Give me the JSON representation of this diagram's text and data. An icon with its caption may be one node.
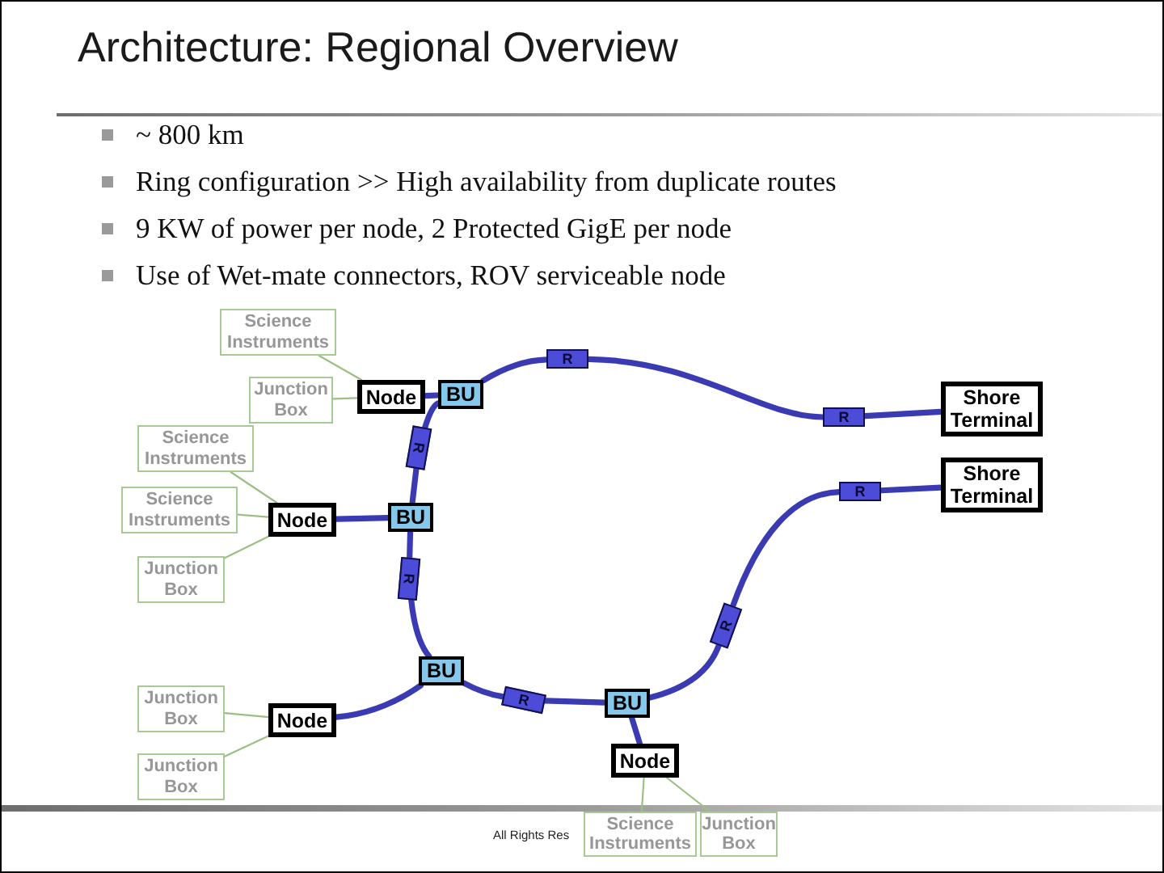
{
  "diagram": {
    "title": "Architecture: Regional Overview",
    "nodes": [
      {
        "text": [
          "Science Instruments"
        ]
      },
      {
        "text": [
          "Junction Box"
        ]
      },
      {
        "text": [
          "Node"
        ]
      },
      {
        "text": [
          "BU"
        ]
      },
      {
        "text": [
          "R"
        ]
      },
      {
        "text": [
          "R"
        ]
      },
      {
        "text": [
          "Shore Terminal"
        ]
      },
      {
        "text": [
          "Science Instruments"
        ]
      },
      {
        "text": [
          "Science Instruments"
        ]
      },
      {
        "text": [
          "Node"
        ]
      },
      {
        "text": [
          "BU"
        ]
      },
      {
        "text": [
          "R"
        ]
      },
      {
        "text": [
          "R"
        ]
      },
      {
        "text": [
          "Shore Terminal"
        ]
      },
      {
        "text": [
          "Junction Box"
        ]
      },
      {
        "text": [
          "R"
        ]
      },
      {
        "text": [
          "R"
        ]
      },
      {
        "text": [
          "BU"
        ]
      },
      {
        "text": [
          "Junction Box"
        ]
      },
      {
        "text": [
          "Node"
        ]
      },
      {
        "text": [
          "R"
        ]
      },
      {
        "text": [
          "BU"
        ]
      },
      {
        "text": [
          "Junction Box"
        ]
      },
      {
        "text": [
          "Node"
        ]
      },
      {
        "text": [
          "Science Instruments"
        ]
      },
      {
        "text": [
          "Junction Box"
        ]
      }
    ],
    "edges": [
      {
        "from": 0,
        "to": 2,
        "arrow": "none",
        "color": "#9cbf84"
      },
      {
        "from": 1,
        "to": 2,
        "arrow": "none",
        "color": "#9cbf84"
      },
      {
        "from": 2,
        "to": 3,
        "arrow": "none"
      },
      {
        "from": 3,
        "to": 4,
        "arrow": "none"
      },
      {
        "from": 4,
        "to": 5,
        "arrow": "none"
      },
      {
        "from": 5,
        "to": 6,
        "arrow": "none"
      },
      {
        "from": 7,
        "to": 9,
        "arrow": "none",
        "color": "#9cbf84"
      },
      {
        "from": 8,
        "to": 9,
        "arrow": "none",
        "color": "#9cbf84"
      },
      {
        "from": 14,
        "to": 9,
        "arrow": "none",
        "color": "#9cbf84"
      },
      {
        "from": 9,
        "to": 10,
        "arrow": "none"
      },
      {
        "from": 3,
        "to": 11,
        "arrow": "none"
      },
      {
        "from": 11,
        "to": 10,
        "arrow": "none"
      },
      {
        "from": 10,
        "to": 15,
        "arrow": "none"
      },
      {
        "from": 15,
        "to": 17,
        "arrow": "none"
      },
      {
        "from": 19,
        "to": 17,
        "arrow": "none"
      },
      {
        "from": 17,
        "to": 20,
        "arrow": "none"
      },
      {
        "from": 20,
        "to": 21,
        "arrow": "none"
      },
      {
        "from": 18,
        "to": 19,
        "arrow": "none",
        "color": "#9cbf84"
      },
      {
        "from": 22,
        "to": 19,
        "arrow": "none",
        "color": "#9cbf84"
      },
      {
        "from": 21,
        "to": 16,
        "arrow": "none"
      },
      {
        "from": 16,
        "to": 12,
        "arrow": "none"
      },
      {
        "from": 12,
        "to": 13,
        "arrow": "none"
      },
      {
        "from": 21,
        "to": 23,
        "arrow": "none"
      },
      {
        "from": 23,
        "to": 24,
        "arrow": "none",
        "color": "#9cbf84"
      },
      {
        "from": 23,
        "to": 25,
        "arrow": "none",
        "color": "#9cbf84"
      }
    ],
    "labels": [
      "~ 800 km",
      "Ring configuration >> High availability from duplicate routes",
      "9 KW of power per node, 2 Protected GigE per node",
      "Use of Wet-mate connectors, ROV serviceable node",
      "All Rights Res"
    ]
  }
}
